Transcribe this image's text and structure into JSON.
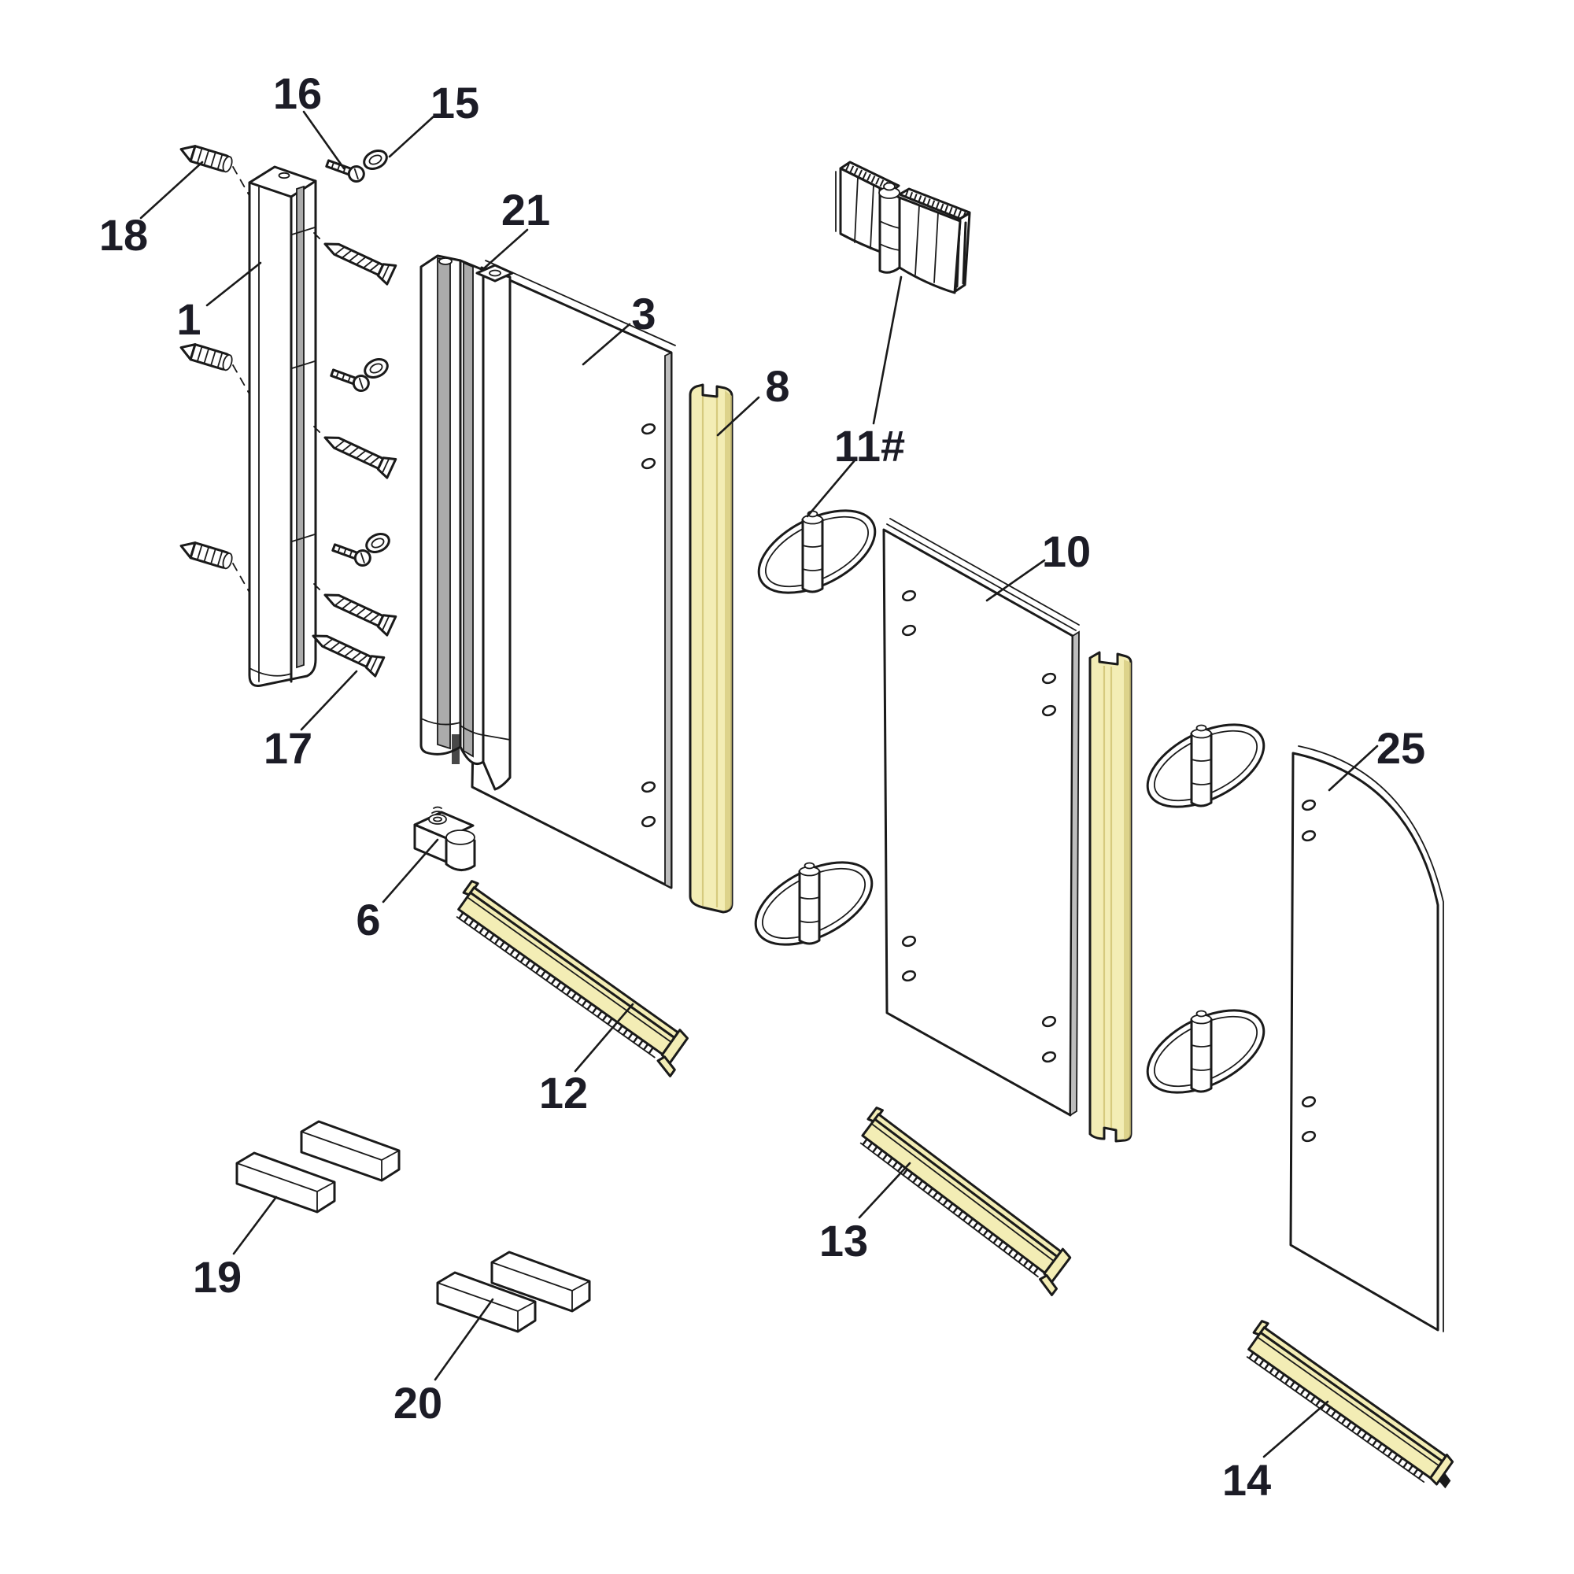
{
  "colors": {
    "background": "#ffffff",
    "line": "#1a1a1a",
    "label": "#1c1c26",
    "seal_fill": "#f3edb5",
    "seal_shade": "#d6ca7e",
    "glass_edge": "#bdbdbd",
    "profile_shade": "#ababab"
  },
  "parts": [
    {
      "label": "1"
    },
    {
      "label": "3"
    },
    {
      "label": "6"
    },
    {
      "label": "8"
    },
    {
      "label": "10"
    },
    {
      "label": "11#"
    },
    {
      "label": "12"
    },
    {
      "label": "13"
    },
    {
      "label": "14"
    },
    {
      "label": "15"
    },
    {
      "label": "16"
    },
    {
      "label": "17"
    },
    {
      "label": "18"
    },
    {
      "label": "19"
    },
    {
      "label": "20"
    },
    {
      "label": "21"
    },
    {
      "label": "25"
    }
  ]
}
